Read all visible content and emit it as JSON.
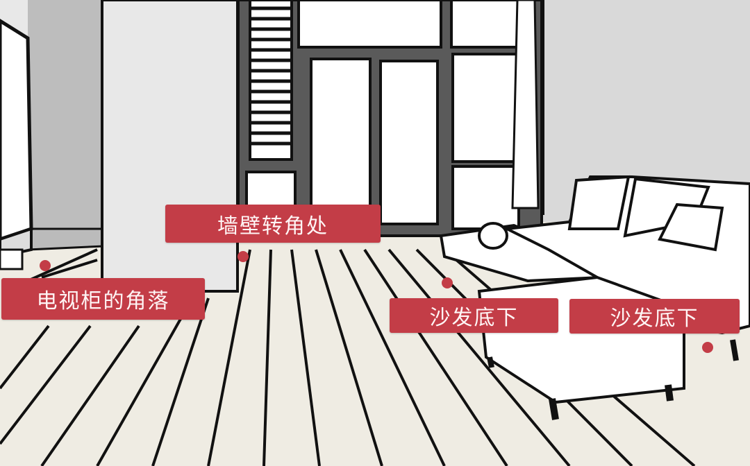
{
  "scene": {
    "description": "Cartoon living room illustration",
    "colors": {
      "label_bg": "#c33d47",
      "label_text": "#fff5f5",
      "floor": "#efece3",
      "wall": "#e6e6e6",
      "wall_shadow": "#bdbdbd",
      "frame": "#555555"
    }
  },
  "labels": [
    {
      "id": "wall-corner",
      "text": "墙壁转角处"
    },
    {
      "id": "tv-cabinet-corner",
      "text": "电视柜的角落"
    },
    {
      "id": "under-sofa-1",
      "text": "沙发底下"
    },
    {
      "id": "under-sofa-2",
      "text": "沙发底下"
    }
  ]
}
